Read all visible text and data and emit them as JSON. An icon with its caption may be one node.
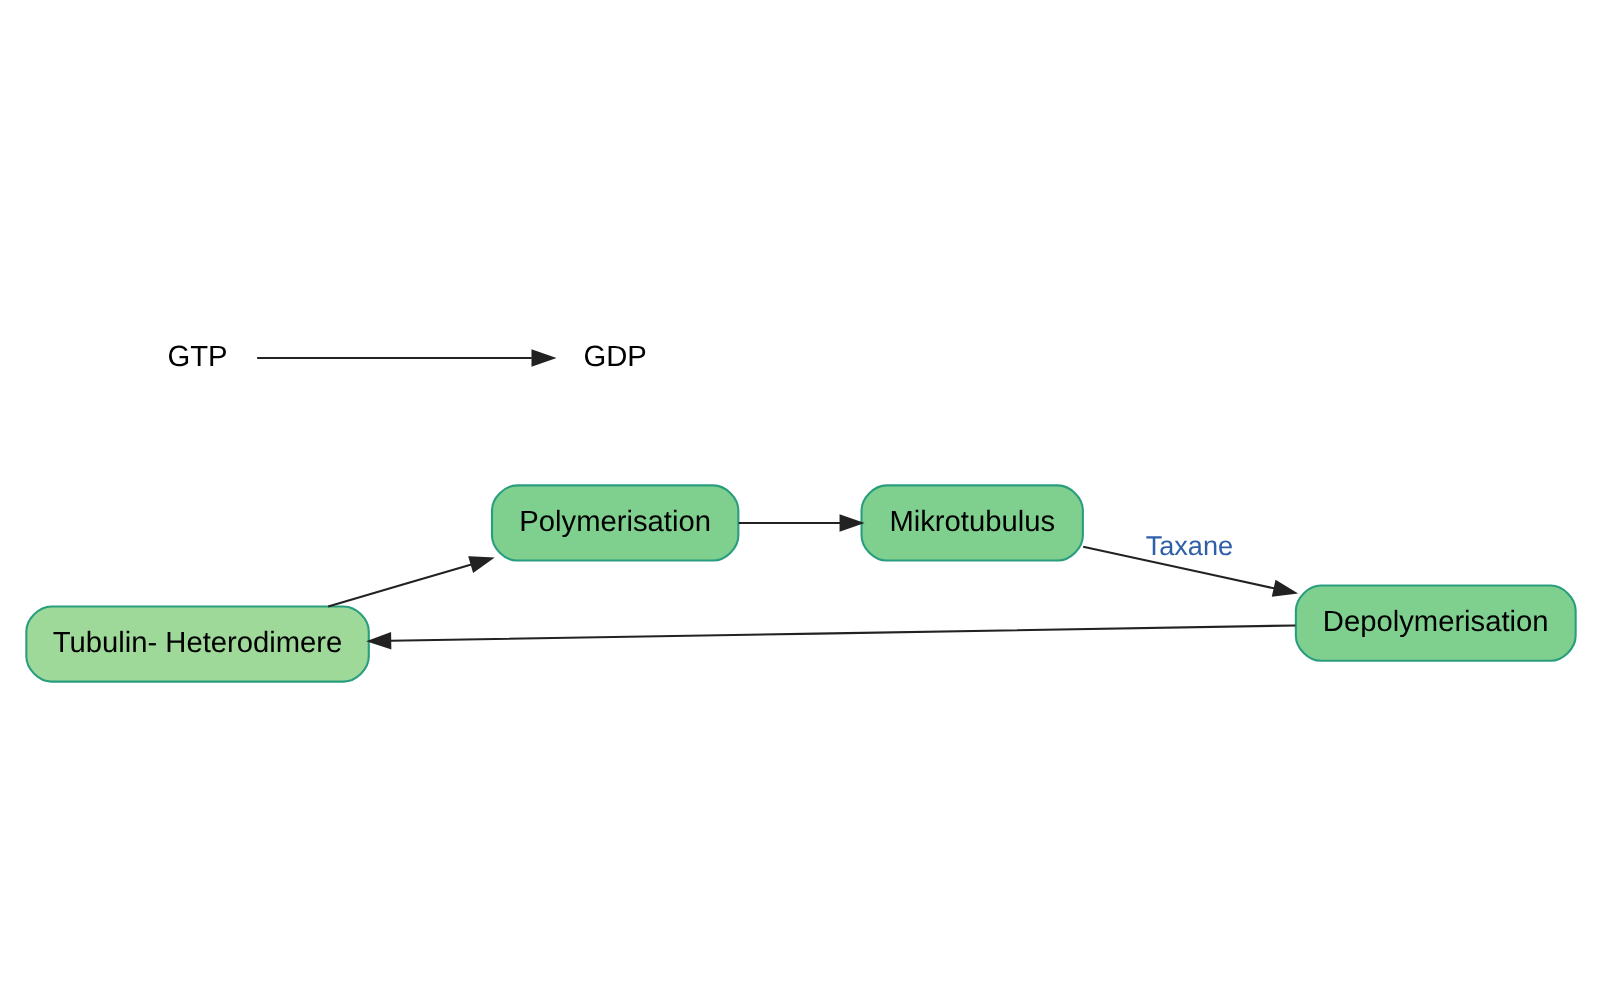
{
  "diagram": {
    "nodes": [
      {
        "text": [
          "Tubulin- Heterodimere"
        ]
      },
      {
        "text": [
          "GTP"
        ]
      },
      {
        "text": [
          "GDP"
        ]
      },
      {
        "text": [
          "Polymerisation"
        ]
      },
      {
        "text": [
          "Mikrotubulus"
        ]
      },
      {
        "text": [
          "Depolymerisation"
        ]
      }
    ],
    "edges": [
      {
        "from": 0,
        "to": 3,
        "arrow": "to"
      },
      {
        "from": 1,
        "to": 2,
        "arrow": "to"
      },
      {
        "from": 3,
        "to": 4,
        "arrow": "to"
      },
      {
        "from": 4,
        "to": 5,
        "arrow": "to",
        "label": "Taxane"
      },
      {
        "from": 5,
        "to": 0,
        "arrow": "to"
      }
    ]
  }
}
